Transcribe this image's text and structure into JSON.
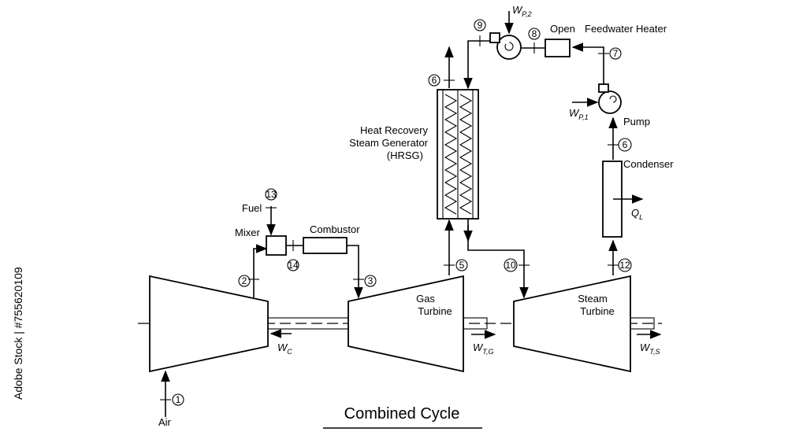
{
  "title": "Combined Cycle",
  "watermark": "Adobe Stock | #755620109",
  "components": {
    "mixer": "Mixer",
    "combustor": "Combustor",
    "fuel": "Fuel",
    "air": "Air",
    "gas_turbine": [
      "Gas",
      "Turbine"
    ],
    "steam_turbine": [
      "Steam",
      "Turbine"
    ],
    "hrsg": [
      "Heat Recovery",
      "Steam Generator",
      "(HRSG)"
    ],
    "condenser": "Condenser",
    "pump": "Pump",
    "open_fwh": [
      "Open",
      "Feedwater Heater"
    ]
  },
  "work": {
    "wc": {
      "main": "W",
      "sub": "C"
    },
    "wtg": {
      "main": "W",
      "sub": "T,G"
    },
    "wts": {
      "main": "W",
      "sub": "T,S"
    },
    "wp1": {
      "main": "W",
      "sub": "P,1"
    },
    "wp2": {
      "main": "W",
      "sub": "P,2"
    },
    "ql": {
      "main": "Q",
      "sub": "L"
    }
  },
  "states": {
    "s1": "1",
    "s2": "2",
    "s3": "3",
    "s5": "5",
    "s6a": "6",
    "s6b": "6",
    "s7": "7",
    "s8": "8",
    "s9": "9",
    "s10": "10",
    "s12": "12",
    "s13": "13",
    "s14": "14"
  },
  "colors": {
    "line": "#000000",
    "background": "#ffffff"
  }
}
